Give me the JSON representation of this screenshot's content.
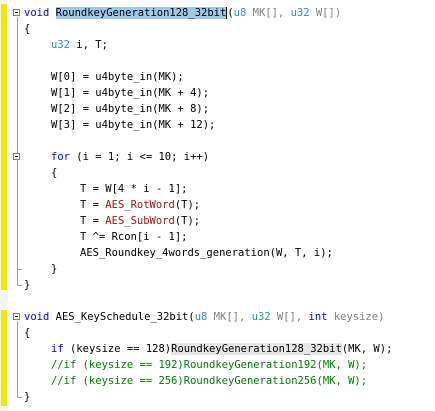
{
  "lines": {
    "l1": {
      "kw": "void",
      "fname": "RoundkeyGeneration128_32bit",
      "p_open": "(",
      "t1": "u8",
      "n1": " MK[], ",
      "t2": "u32",
      "n2": " W[])"
    },
    "l2": "{",
    "l3": {
      "t": "u32",
      "rest": " i, T;"
    },
    "l4": "W[0] = u4byte_in(MK);",
    "l5": "W[1] = u4byte_in(MK + 4);",
    "l6": "W[2] = u4byte_in(MK + 8);",
    "l7": "W[3] = u4byte_in(MK + 12);",
    "l8": {
      "kw": "for",
      "rest": " (i = 1; i <= 10; i++)"
    },
    "l9": "{",
    "l10": "T = W[4 * i - 1];",
    "l11": {
      "pre": "T = ",
      "fn": "AES_RotWord",
      "post": "(T);"
    },
    "l12": {
      "pre": "T = ",
      "fn": "AES_SubWord",
      "post": "(T);"
    },
    "l13": "T ^= Rcon[i - 1];",
    "l14": "AES_Roundkey_4words_generation(W, T, i);",
    "l15": "}",
    "l16": "}",
    "l17": {
      "kw": "void",
      "fname": " AES_KeySchedule_32bit(",
      "t1": "u8",
      "n1": " MK[], ",
      "t2": "u32",
      "n2": " W[], ",
      "t3": "int",
      "n3": " keysize)"
    },
    "l18": "{",
    "l19": {
      "kw": "if",
      "pre": " (keysize == 128)",
      "call": "RoundkeyGeneration128_32bit",
      "post": "(MK, W);"
    },
    "l20": "//if (keysize == 192)RoundkeyGeneration192(MK, W);",
    "l21": "//if (keysize == 256)RoundkeyGeneration256(MK, W);",
    "l22": "}"
  },
  "colors": {
    "keyword": "#0000ff",
    "type": "#2b91af",
    "comment": "#008000",
    "selection": "#9fc9e8",
    "change-marker": "#f0e800"
  }
}
